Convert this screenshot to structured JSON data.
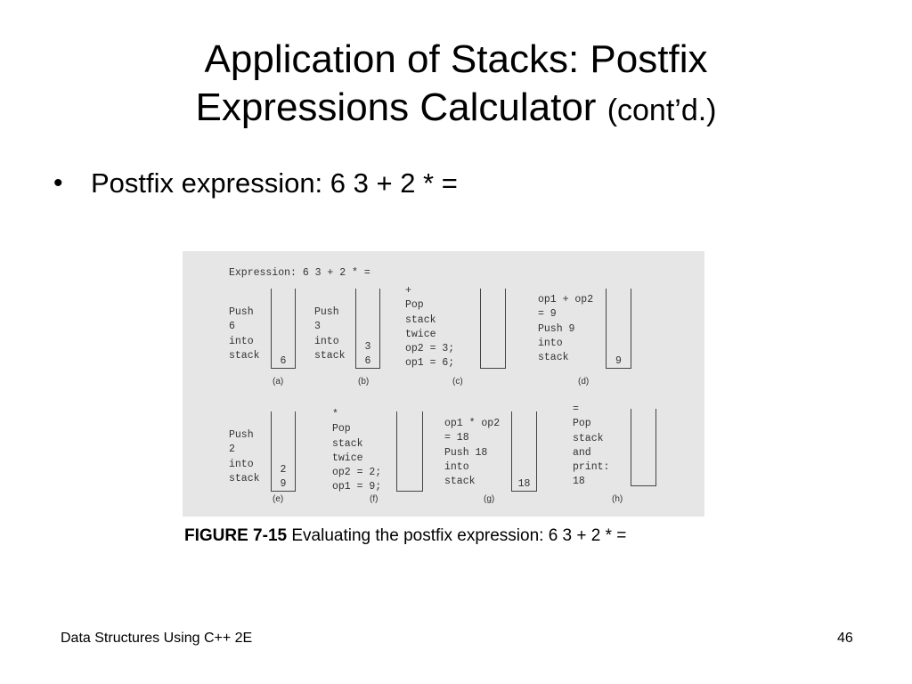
{
  "slide": {
    "title_line1": "Application of Stacks: Postfix",
    "title_line2": "Expressions Calculator",
    "title_suffix": "(cont’d.)",
    "bullet_symbol": "•",
    "bullet": "Postfix expression: 6 3 + 2 * ="
  },
  "figure": {
    "expression_header": "Expression: 6 3 + 2 * =",
    "steps": {
      "a": {
        "text": "Push\n6\ninto\nstack",
        "stack": [
          "6"
        ],
        "label": "(a)"
      },
      "b": {
        "text": "Push\n3\ninto\nstack",
        "stack": [
          "3",
          "6"
        ],
        "label": "(b)"
      },
      "c": {
        "text": "+\nPop\nstack\ntwice\nop2 = 3;\nop1 = 6;",
        "stack": [],
        "label": "(c)"
      },
      "d": {
        "text": "op1 + op2\n= 9\nPush 9\ninto\nstack",
        "stack": [
          "9"
        ],
        "label": "(d)"
      },
      "e": {
        "text": "Push\n2\ninto\nstack",
        "stack": [
          "2",
          "9"
        ],
        "label": "(e)"
      },
      "f": {
        "text": "*\nPop\nstack\ntwice\nop2 = 2;\nop1 = 9;",
        "stack": [],
        "label": "(f)"
      },
      "g": {
        "text": "op1 * op2\n= 18\nPush 18\ninto\nstack",
        "stack": [
          "18"
        ],
        "label": "(g)"
      },
      "h": {
        "text": "=\nPop\nstack\nand\nprint:\n18",
        "stack": [],
        "label": "(h)"
      }
    }
  },
  "caption": {
    "bold": "FIGURE 7-15",
    "text": " Evaluating the postfix expression: 6 3 + 2 * ="
  },
  "footer": {
    "left": "Data Structures Using C++ 2E",
    "page_number": "46"
  }
}
